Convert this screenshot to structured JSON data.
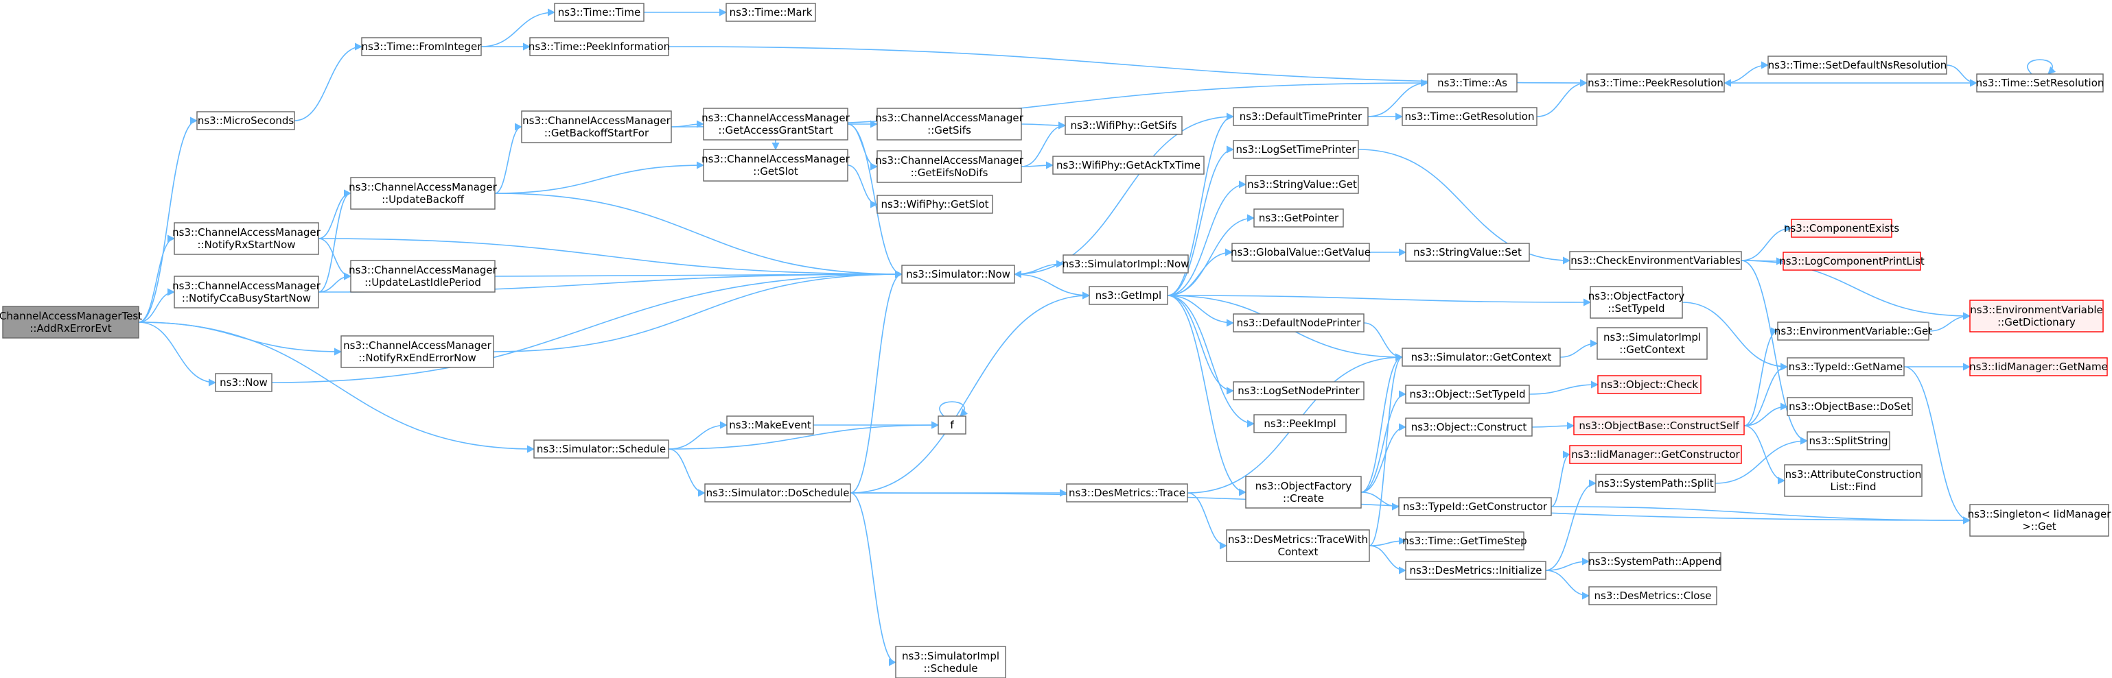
{
  "colors": {
    "edge": "#63b8ff",
    "node_border": "#666666",
    "root_fill": "#999999",
    "red_border": "#ff0000",
    "red_fill": "#fff0f0"
  },
  "nodes": [
    {
      "id": "root",
      "lines": [
        "ChannelAccessManagerTest",
        "::AddRxErrorEvt"
      ],
      "style": "root"
    },
    {
      "id": "microseconds",
      "lines": [
        "ns3::MicroSeconds"
      ]
    },
    {
      "id": "notifyrxstartnow",
      "lines": [
        "ns3::ChannelAccessManager",
        "::NotifyRxStartNow"
      ]
    },
    {
      "id": "notifyccabusy",
      "lines": [
        "ns3::ChannelAccessManager",
        "::NotifyCcaBusyStartNow"
      ]
    },
    {
      "id": "notifyrxerror",
      "lines": [
        "ns3::ChannelAccessManager",
        "::NotifyRxEndErrorNow"
      ]
    },
    {
      "id": "now",
      "lines": [
        "ns3::Now"
      ]
    },
    {
      "id": "schedule",
      "lines": [
        "ns3::Simulator::Schedule"
      ]
    },
    {
      "id": "frominteger",
      "lines": [
        "ns3::Time::FromInteger"
      ]
    },
    {
      "id": "updatebackoff",
      "lines": [
        "ns3::ChannelAccessManager",
        "::UpdateBackoff"
      ]
    },
    {
      "id": "updatelastidle",
      "lines": [
        "ns3::ChannelAccessManager",
        "::UpdateLastIdlePeriod"
      ]
    },
    {
      "id": "makeevent",
      "lines": [
        "ns3::MakeEvent"
      ]
    },
    {
      "id": "doschedule",
      "lines": [
        "ns3::Simulator::DoSchedule"
      ]
    },
    {
      "id": "timetime",
      "lines": [
        "ns3::Time::Time"
      ]
    },
    {
      "id": "peekinfo",
      "lines": [
        "ns3::Time::PeekInformation"
      ]
    },
    {
      "id": "getbackoff",
      "lines": [
        "ns3::ChannelAccessManager",
        "::GetBackoffStartFor"
      ]
    },
    {
      "id": "f",
      "lines": [
        "f"
      ]
    },
    {
      "id": "timemark",
      "lines": [
        "ns3::Time::Mark"
      ]
    },
    {
      "id": "getaccessgrant",
      "lines": [
        "ns3::ChannelAccessManager",
        "::GetAccessGrantStart"
      ]
    },
    {
      "id": "getslot",
      "lines": [
        "ns3::ChannelAccessManager",
        "::GetSlot"
      ]
    },
    {
      "id": "simnow",
      "lines": [
        "ns3::Simulator::Now"
      ]
    },
    {
      "id": "simimplschedule",
      "lines": [
        "ns3::SimulatorImpl",
        "::Schedule"
      ]
    },
    {
      "id": "getsifs",
      "lines": [
        "ns3::ChannelAccessManager",
        "::GetSifs"
      ]
    },
    {
      "id": "geteifs",
      "lines": [
        "ns3::ChannelAccessManager",
        "::GetEifsNoDifs"
      ]
    },
    {
      "id": "wifigetslot",
      "lines": [
        "ns3::WifiPhy::GetSlot"
      ]
    },
    {
      "id": "simimplnow",
      "lines": [
        "ns3::SimulatorImpl::Now"
      ]
    },
    {
      "id": "getimpl",
      "lines": [
        "ns3::GetImpl"
      ]
    },
    {
      "id": "desmetricstrace",
      "lines": [
        "ns3::DesMetrics::Trace"
      ]
    },
    {
      "id": "wifigetsifs",
      "lines": [
        "ns3::WifiPhy::GetSifs"
      ]
    },
    {
      "id": "wifigetack",
      "lines": [
        "ns3::WifiPhy::GetAckTxTime"
      ]
    },
    {
      "id": "defaulttimeprinter",
      "lines": [
        "ns3::DefaultTimePrinter"
      ]
    },
    {
      "id": "logsettimeprinter",
      "lines": [
        "ns3::LogSetTimePrinter"
      ]
    },
    {
      "id": "stringvalueget",
      "lines": [
        "ns3::StringValue::Get"
      ]
    },
    {
      "id": "getpointer",
      "lines": [
        "ns3::GetPointer"
      ]
    },
    {
      "id": "globalvalueget",
      "lines": [
        "ns3::GlobalValue::GetValue"
      ]
    },
    {
      "id": "defaultnodeprinter",
      "lines": [
        "ns3::DefaultNodePrinter"
      ]
    },
    {
      "id": "logsetnodeprinter",
      "lines": [
        "ns3::LogSetNodePrinter"
      ]
    },
    {
      "id": "peekimpl",
      "lines": [
        "ns3::PeekImpl"
      ]
    },
    {
      "id": "objfactorycreate",
      "lines": [
        "ns3::ObjectFactory",
        "::Create"
      ]
    },
    {
      "id": "tracewithcontext",
      "lines": [
        "ns3::DesMetrics::TraceWith",
        "Context"
      ]
    },
    {
      "id": "timeas",
      "lines": [
        "ns3::Time::As"
      ]
    },
    {
      "id": "timegetres",
      "lines": [
        "ns3::Time::GetResolution"
      ]
    },
    {
      "id": "stringvalueset",
      "lines": [
        "ns3::StringValue::Set"
      ]
    },
    {
      "id": "objfactorysettypeid",
      "lines": [
        "ns3::ObjectFactory",
        "::SetTypeId"
      ]
    },
    {
      "id": "simgetcontext",
      "lines": [
        "ns3::Simulator::GetContext"
      ]
    },
    {
      "id": "objectsettypeid",
      "lines": [
        "ns3::Object::SetTypeId"
      ]
    },
    {
      "id": "objectconstruct",
      "lines": [
        "ns3::Object::Construct"
      ]
    },
    {
      "id": "typeidgetctor",
      "lines": [
        "ns3::TypeId::GetConstructor"
      ]
    },
    {
      "id": "timegettimestep",
      "lines": [
        "ns3::Time::GetTimeStep"
      ]
    },
    {
      "id": "desinitialize",
      "lines": [
        "ns3::DesMetrics::Initialize"
      ]
    },
    {
      "id": "peekres",
      "lines": [
        "ns3::Time::PeekResolution"
      ]
    },
    {
      "id": "checkenvvars",
      "lines": [
        "ns3::CheckEnvironmentVariables"
      ]
    },
    {
      "id": "simimplgetctx",
      "lines": [
        "ns3::SimulatorImpl",
        "::GetContext"
      ]
    },
    {
      "id": "objectcheck",
      "lines": [
        "ns3::Object::Check"
      ],
      "style": "red"
    },
    {
      "id": "constructself",
      "lines": [
        "ns3::ObjectBase::ConstructSelf"
      ],
      "style": "red"
    },
    {
      "id": "iidgetctor",
      "lines": [
        "ns3::IidManager::GetConstructor"
      ],
      "style": "red"
    },
    {
      "id": "syspathsplit",
      "lines": [
        "ns3::SystemPath::Split"
      ]
    },
    {
      "id": "syspathappend",
      "lines": [
        "ns3::SystemPath::Append"
      ]
    },
    {
      "id": "desclose",
      "lines": [
        "ns3::DesMetrics::Close"
      ]
    },
    {
      "id": "setdefaultns",
      "lines": [
        "ns3::Time::SetDefaultNsResolution"
      ]
    },
    {
      "id": "componentexists",
      "lines": [
        "ns3::ComponentExists"
      ],
      "style": "red"
    },
    {
      "id": "logcomplist",
      "lines": [
        "ns3::LogComponentPrintList"
      ],
      "style": "red"
    },
    {
      "id": "envvarget",
      "lines": [
        "ns3::EnvironmentVariable::Get"
      ]
    },
    {
      "id": "typeidgetname",
      "lines": [
        "ns3::TypeId::GetName"
      ]
    },
    {
      "id": "objectbasedoset",
      "lines": [
        "ns3::ObjectBase::DoSet"
      ]
    },
    {
      "id": "splitstring",
      "lines": [
        "ns3::SplitString"
      ]
    },
    {
      "id": "attrconstructfind",
      "lines": [
        "ns3::AttributeConstruction",
        "List::Find"
      ]
    },
    {
      "id": "singletonget",
      "lines": [
        "ns3::Singleton< IidManager",
        " >::Get"
      ]
    },
    {
      "id": "setresolution",
      "lines": [
        "ns3::Time::SetResolution"
      ]
    },
    {
      "id": "envvargetdict",
      "lines": [
        "ns3::EnvironmentVariable",
        "::GetDictionary"
      ],
      "style": "red"
    },
    {
      "id": "iidgetname",
      "lines": [
        "ns3::IidManager::GetName"
      ],
      "style": "red"
    }
  ],
  "edges": [
    [
      "root",
      "microseconds"
    ],
    [
      "root",
      "notifyrxstartnow"
    ],
    [
      "root",
      "notifyccabusy"
    ],
    [
      "root",
      "notifyrxerror"
    ],
    [
      "root",
      "now"
    ],
    [
      "root",
      "schedule"
    ],
    [
      "microseconds",
      "frominteger"
    ],
    [
      "frominteger",
      "timetime"
    ],
    [
      "frominteger",
      "peekinfo"
    ],
    [
      "timetime",
      "timemark"
    ],
    [
      "peekinfo",
      "peekres"
    ],
    [
      "notifyrxstartnow",
      "updatebackoff"
    ],
    [
      "notifyrxstartnow",
      "updatelastidle"
    ],
    [
      "notifyrxstartnow",
      "simnow"
    ],
    [
      "notifyccabusy",
      "updatebackoff"
    ],
    [
      "notifyccabusy",
      "updatelastidle"
    ],
    [
      "notifyccabusy",
      "simnow"
    ],
    [
      "notifyrxerror",
      "simnow"
    ],
    [
      "now",
      "simnow"
    ],
    [
      "updatebackoff",
      "getbackoff"
    ],
    [
      "updatebackoff",
      "getslot"
    ],
    [
      "updatebackoff",
      "simnow"
    ],
    [
      "updatelastidle",
      "simnow"
    ],
    [
      "getbackoff",
      "getaccessgrant"
    ],
    [
      "getbackoff",
      "timeas"
    ],
    [
      "getaccessgrant",
      "getsifs"
    ],
    [
      "getaccessgrant",
      "geteifs"
    ],
    [
      "getaccessgrant",
      "getslot"
    ],
    [
      "getaccessgrant",
      "simnow"
    ],
    [
      "getslot",
      "wifigetslot"
    ],
    [
      "getsifs",
      "wifigetsifs"
    ],
    [
      "geteifs",
      "wifigetsifs"
    ],
    [
      "geteifs",
      "wifigetack"
    ],
    [
      "schedule",
      "makeevent"
    ],
    [
      "schedule",
      "f"
    ],
    [
      "schedule",
      "doschedule"
    ],
    [
      "makeevent",
      "f"
    ],
    [
      "f",
      "f"
    ],
    [
      "doschedule",
      "simnow"
    ],
    [
      "doschedule",
      "getimpl"
    ],
    [
      "doschedule",
      "desmetricstrace"
    ],
    [
      "doschedule",
      "simimplschedule"
    ],
    [
      "doschedule",
      "singletonget"
    ],
    [
      "simnow",
      "simimplnow"
    ],
    [
      "simnow",
      "getimpl"
    ],
    [
      "defaulttimeprinter",
      "simnow"
    ],
    [
      "getimpl",
      "defaulttimeprinter"
    ],
    [
      "getimpl",
      "logsettimeprinter"
    ],
    [
      "getimpl",
      "stringvalueget"
    ],
    [
      "getimpl",
      "getpointer"
    ],
    [
      "getimpl",
      "globalvalueget"
    ],
    [
      "getimpl",
      "objfactorysettypeid"
    ],
    [
      "getimpl",
      "defaultnodeprinter"
    ],
    [
      "getimpl",
      "simgetcontext"
    ],
    [
      "getimpl",
      "logsetnodeprinter"
    ],
    [
      "getimpl",
      "peekimpl"
    ],
    [
      "getimpl",
      "objfactorycreate"
    ],
    [
      "desmetricstrace",
      "simgetcontext"
    ],
    [
      "desmetricstrace",
      "tracewithcontext"
    ],
    [
      "defaulttimeprinter",
      "timeas"
    ],
    [
      "defaulttimeprinter",
      "timegetres"
    ],
    [
      "timegetres",
      "peekres"
    ],
    [
      "logsettimeprinter",
      "checkenvvars"
    ],
    [
      "globalvalueget",
      "stringvalueset"
    ],
    [
      "objfactorysettypeid",
      "typeidgetname"
    ],
    [
      "defaultnodeprinter",
      "simgetcontext"
    ],
    [
      "simgetcontext",
      "simimplgetctx"
    ],
    [
      "objfactorycreate",
      "simgetcontext"
    ],
    [
      "objfactorycreate",
      "objectsettypeid"
    ],
    [
      "objfactorycreate",
      "objectconstruct"
    ],
    [
      "objfactorycreate",
      "typeidgetctor"
    ],
    [
      "tracewithcontext",
      "simgetcontext"
    ],
    [
      "tracewithcontext",
      "timegettimestep"
    ],
    [
      "tracewithcontext",
      "desinitialize"
    ],
    [
      "objectsettypeid",
      "objectcheck"
    ],
    [
      "objectconstruct",
      "constructself"
    ],
    [
      "typeidgetctor",
      "iidgetctor"
    ],
    [
      "typeidgetctor",
      "singletonget"
    ],
    [
      "desinitialize",
      "syspathsplit"
    ],
    [
      "desinitialize",
      "syspathappend"
    ],
    [
      "desinitialize",
      "desclose"
    ],
    [
      "syspathsplit",
      "splitstring"
    ],
    [
      "peekres",
      "setdefaultns"
    ],
    [
      "setdefaultns",
      "setresolution"
    ],
    [
      "setresolution",
      "peekres"
    ],
    [
      "setresolution",
      "setresolution"
    ],
    [
      "checkenvvars",
      "componentexists"
    ],
    [
      "checkenvvars",
      "logcomplist"
    ],
    [
      "checkenvvars",
      "envvargetdict"
    ],
    [
      "checkenvvars",
      "splitstring"
    ],
    [
      "constructself",
      "envvarget"
    ],
    [
      "constructself",
      "typeidgetname"
    ],
    [
      "constructself",
      "objectbasedoset"
    ],
    [
      "constructself",
      "attrconstructfind"
    ],
    [
      "envvarget",
      "envvargetdict"
    ],
    [
      "typeidgetname",
      "iidgetname"
    ],
    [
      "typeidgetname",
      "singletonget"
    ]
  ]
}
